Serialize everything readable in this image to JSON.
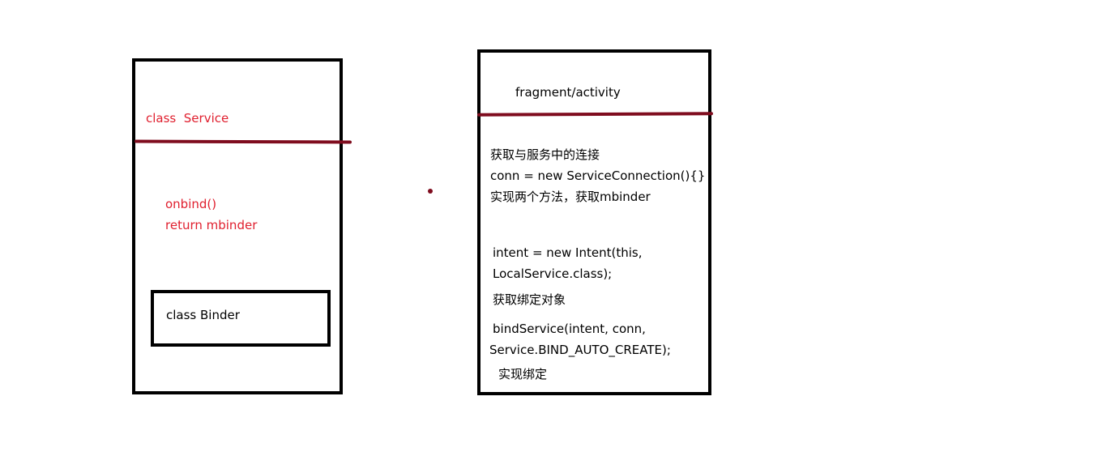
{
  "colors": {
    "outline": "#000000",
    "divider": "#7f0c1e",
    "highlight_text": "#e0202f",
    "text": "#000000",
    "background": "#ffffff"
  },
  "service_box": {
    "title": "class  Service",
    "method_line1": "onbind()",
    "method_line2": "return mbinder",
    "inner_box_label": "class Binder"
  },
  "client_box": {
    "title": "fragment/activity",
    "lines": [
      "获取与服务中的连接",
      "conn = new ServiceConnection(){}",
      "实现两个方法，获取mbinder",
      "intent = new Intent(this,",
      "LocalService.class);",
      "获取绑定对象",
      "bindService(intent, conn,",
      "Service.BIND_AUTO_CREATE);",
      "实现绑定"
    ]
  }
}
